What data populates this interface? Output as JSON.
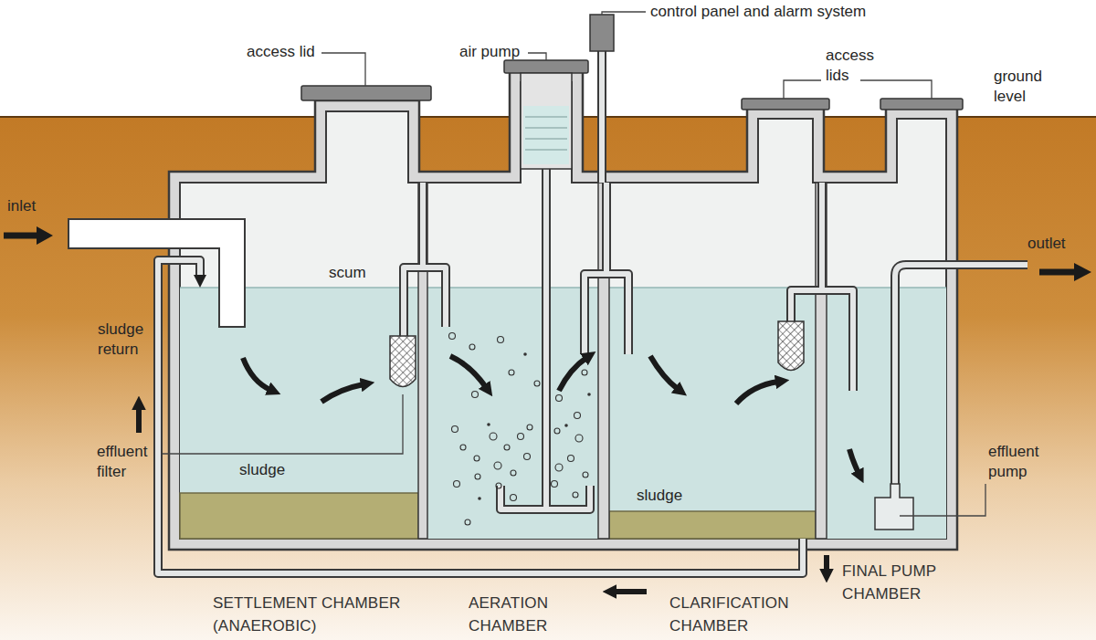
{
  "diagram": {
    "nodes": [
      {
        "text": [
          "SETTLEMENT CHAMBER (ANAEROBIC)"
        ]
      },
      {
        "text": [
          "AERATION CHAMBER"
        ]
      },
      {
        "text": [
          "CLARIFICATION CHAMBER"
        ]
      },
      {
        "text": [
          "FINAL PUMP CHAMBER"
        ]
      }
    ],
    "edges": [
      {
        "from": 2,
        "to": 0,
        "arrow": "to",
        "label": "sludge return"
      }
    ],
    "labels": [
      "control panel and alarm system",
      "access lid",
      "air pump",
      "access lids",
      "ground level",
      "inlet",
      "outlet",
      "scum",
      "effluent filter",
      "sludge",
      "sludge",
      "effluent pump"
    ]
  }
}
